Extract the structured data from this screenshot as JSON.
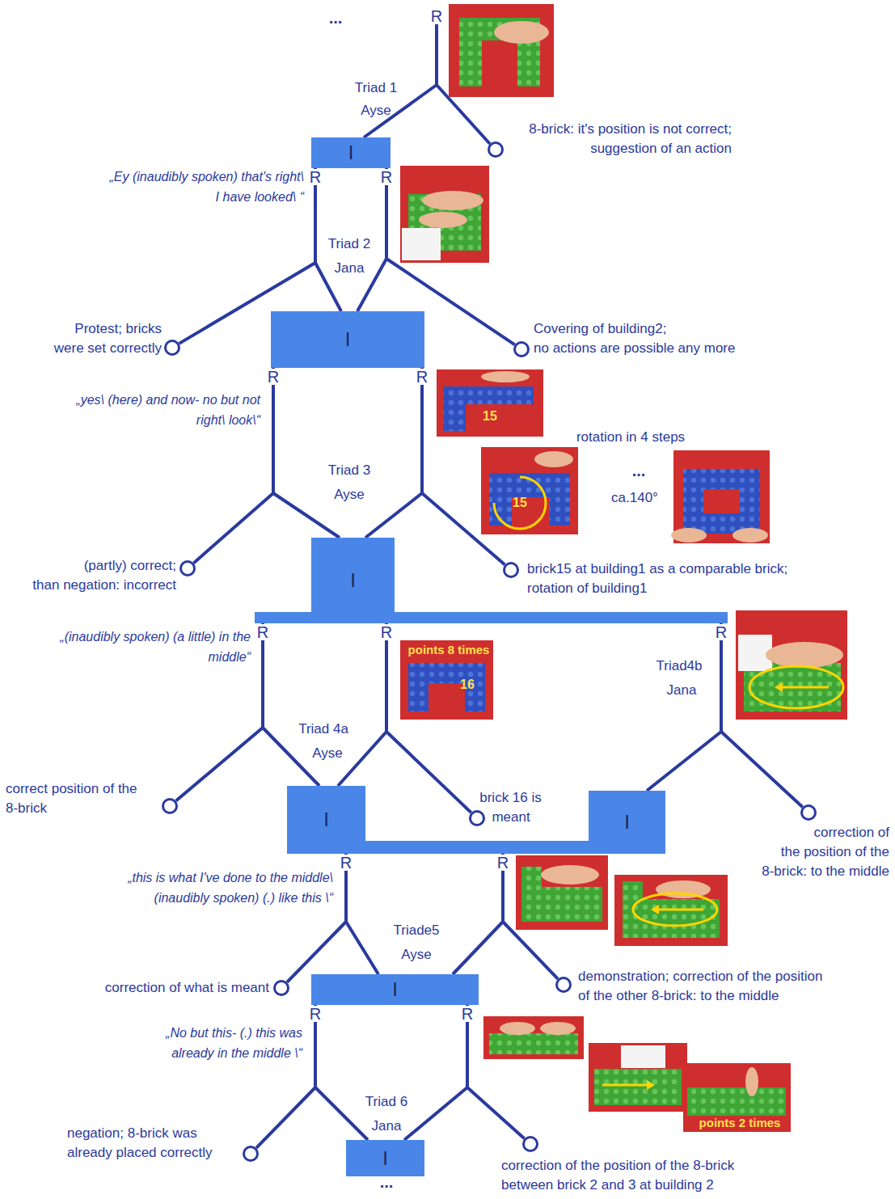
{
  "diagram": {
    "nodes": [
      {
        "text": [
          "8-brick: it's position is not correct; suggestion of an action"
        ]
      },
      {
        "text": [
          "I"
        ]
      },
      {
        "text": [
          "Protest; bricks were set correctly"
        ]
      },
      {
        "text": [
          "Covering of building2; no actions are possible any more"
        ]
      },
      {
        "text": [
          "I"
        ]
      },
      {
        "text": [
          "(partly) correct; than negation: incorrect"
        ]
      },
      {
        "text": [
          "brick15 at building1 as a comparable brick; rotation of building1"
        ]
      },
      {
        "text": [
          "I"
        ]
      },
      {
        "text": [
          "correct position of the 8-brick"
        ]
      },
      {
        "text": [
          "brick 16 is meant"
        ]
      },
      {
        "text": [
          "I"
        ]
      },
      {
        "text": [
          "I"
        ]
      },
      {
        "text": [
          "correction of the position of the 8-brick: to the middle"
        ]
      },
      {
        "text": [
          "correction of what is meant"
        ]
      },
      {
        "text": [
          "demonstration; correction of the position of the other 8-brick: to the middle"
        ]
      },
      {
        "text": [
          "I"
        ]
      },
      {
        "text": [
          "negation; 8-brick was already placed correctly"
        ]
      },
      {
        "text": [
          "I"
        ]
      },
      {
        "text": [
          "correction of the position of the 8-brick between brick 2 and 3 at building 2"
        ]
      }
    ],
    "edges": [
      {
        "from": 1,
        "to": 2,
        "arrow": "none"
      },
      {
        "from": 1,
        "to": 4,
        "arrow": "none"
      },
      {
        "from": 1,
        "to": 4,
        "arrow": "none"
      },
      {
        "from": 1,
        "to": 3,
        "arrow": "none"
      },
      {
        "from": 4,
        "to": 5,
        "arrow": "none"
      },
      {
        "from": 4,
        "to": 7,
        "arrow": "none"
      },
      {
        "from": 4,
        "to": 7,
        "arrow": "none"
      },
      {
        "from": 4,
        "to": 6,
        "arrow": "none"
      },
      {
        "from": 7,
        "to": 8,
        "arrow": "none"
      },
      {
        "from": 7,
        "to": 10,
        "arrow": "none"
      },
      {
        "from": 7,
        "to": 10,
        "arrow": "none"
      },
      {
        "from": 7,
        "to": 9,
        "arrow": "none"
      },
      {
        "from": 7,
        "to": 11,
        "arrow": "none"
      },
      {
        "from": 7,
        "to": 12,
        "arrow": "none"
      },
      {
        "from": 10,
        "to": 13,
        "arrow": "none"
      },
      {
        "from": 10,
        "to": 15,
        "arrow": "none"
      },
      {
        "from": 11,
        "to": 15,
        "arrow": "none"
      },
      {
        "from": 11,
        "to": 14,
        "arrow": "none"
      },
      {
        "from": 15,
        "to": 16,
        "arrow": "none"
      },
      {
        "from": 15,
        "to": 17,
        "arrow": "none"
      },
      {
        "from": 15,
        "to": 17,
        "arrow": "none"
      },
      {
        "from": 15,
        "to": 18,
        "arrow": "none"
      }
    ],
    "labels": [
      "...",
      "R",
      "Triad 1",
      "Ayse",
      "„Ey (inaudibly spoken) that's right\\ I have looked\\ “",
      "R",
      "R",
      "Triad 2",
      "Jana",
      "„yes\\ (here) and now- no but not right\\ look\\“",
      "R",
      "R",
      "15",
      "rotation in 4 steps",
      "15",
      "...",
      "ca.140°",
      "Triad 3",
      "Ayse",
      "„(inaudibly spoken) (a little) in the middle“",
      "R",
      "R",
      "R",
      "points 8 times",
      "16",
      "Triad4b",
      "Jana",
      "Triad 4a",
      "Ayse",
      "„this is what I've done to the middle\\ (inaudibly spoken) (.) like this \\“",
      "R",
      "R",
      "Triade5",
      "Ayse",
      "„No but this- (.) this was already in the middle \\“",
      "R",
      "R",
      "points 2 times",
      "Triad 6",
      "Jana",
      "..."
    ]
  }
}
